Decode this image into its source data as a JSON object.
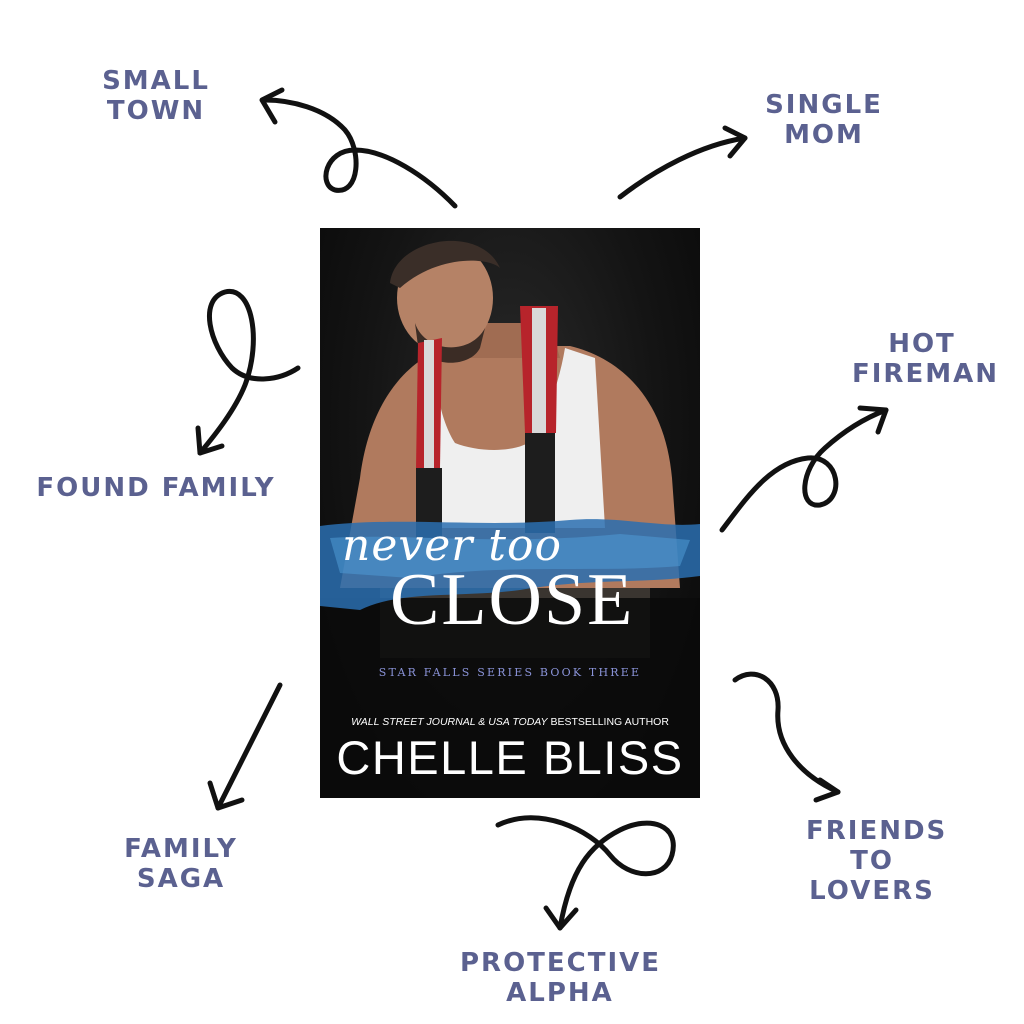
{
  "tropes": {
    "small_town": [
      "SMALL",
      "TOWN"
    ],
    "single_mom": [
      "SINGLE",
      "MOM"
    ],
    "found_family": [
      "FOUND FAMILY"
    ],
    "hot_fireman": [
      "HOT",
      "FIREMAN"
    ],
    "family_saga": [
      "FAMILY",
      "SAGA"
    ],
    "friends_to_lovers": [
      "FRIENDS",
      "TO",
      "LOVERS"
    ],
    "protective_alpha": [
      "PROTECTIVE",
      "ALPHA"
    ]
  },
  "cover": {
    "title_script": "never too",
    "title_main": "CLOSE",
    "series": "STAR FALLS SERIES BOOK THREE",
    "tagline_italic": "WALL STREET JOURNAL & USA TODAY",
    "tagline_rest": " BESTSELLING AUTHOR",
    "author": "CHELLE BLISS"
  },
  "colors": {
    "trope_text": "#5b6190",
    "arrow": "#111111",
    "cover_background": "#111111",
    "series_text": "#8a93d8",
    "watercolor_blue": "#2a6fb0"
  },
  "icons": [
    "curly-arrow-icon"
  ]
}
